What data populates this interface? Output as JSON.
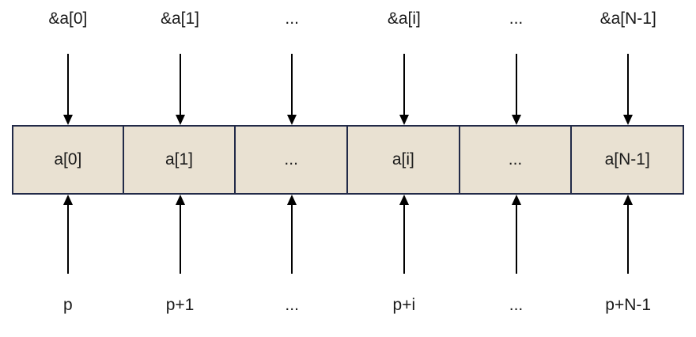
{
  "diagram": {
    "title": "array-pointer-equivalence-diagram",
    "colors": {
      "cell_fill": "#e9e1d2",
      "cell_border": "#222a48",
      "arrow": "#000000",
      "background": "#ffffff"
    },
    "columns": [
      {
        "top_label": "&a[0]",
        "cell": "a[0]",
        "bottom_label": "p"
      },
      {
        "top_label": "&a[1]",
        "cell": "a[1]",
        "bottom_label": "p+1"
      },
      {
        "top_label": "...",
        "cell": "...",
        "bottom_label": "..."
      },
      {
        "top_label": "&a[i]",
        "cell": "a[i]",
        "bottom_label": "p+i"
      },
      {
        "top_label": "...",
        "cell": "...",
        "bottom_label": "..."
      },
      {
        "top_label": "&a[N-1]",
        "cell": "a[N-1]",
        "bottom_label": "p+N-1"
      }
    ]
  }
}
